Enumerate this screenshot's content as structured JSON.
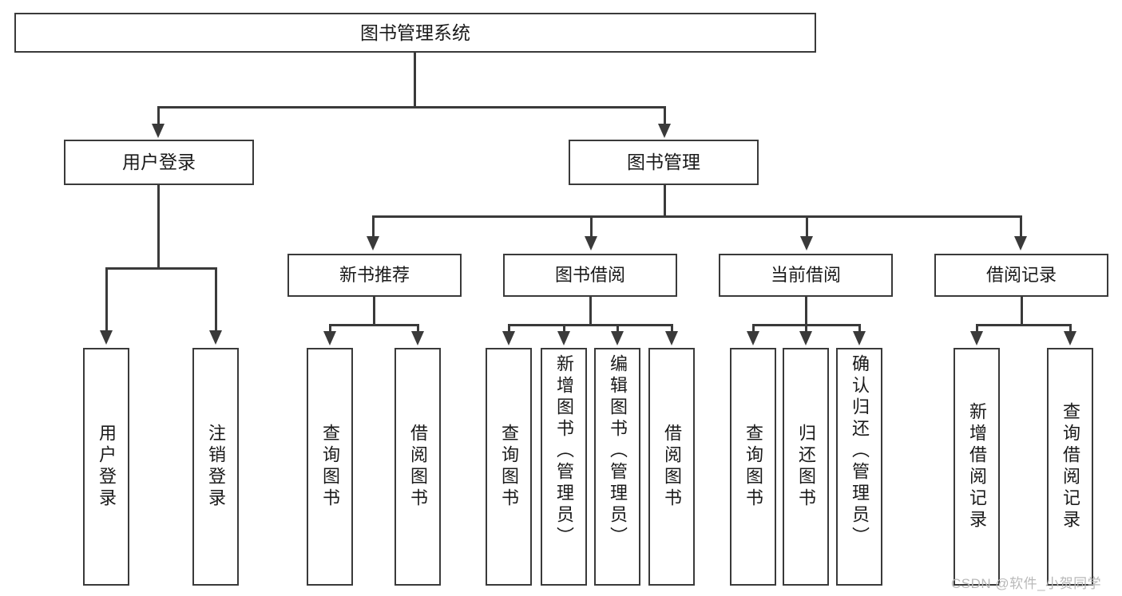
{
  "diagram": {
    "type": "hierarchy-tree",
    "background_color": "#ffffff",
    "line_color": "#3a3a3a",
    "text_color": "#1a1a1a",
    "root": {
      "label": "图书管理系统"
    },
    "level2": [
      {
        "label": "用户登录"
      },
      {
        "label": "图书管理"
      }
    ],
    "level3": [
      {
        "label": "新书推荐"
      },
      {
        "label": "图书借阅"
      },
      {
        "label": "当前借阅"
      },
      {
        "label": "借阅记录"
      }
    ],
    "leaves": {
      "user_login": [
        {
          "label": "用户登录"
        },
        {
          "label": "注销登录"
        }
      ],
      "new_book_recommend": [
        {
          "label": "查询图书"
        },
        {
          "label": "借阅图书"
        }
      ],
      "book_borrow": [
        {
          "label": "查询图书"
        },
        {
          "label": "新增图书（管理员）"
        },
        {
          "label": "编辑图书（管理员）"
        },
        {
          "label": "借阅图书"
        }
      ],
      "current_borrow": [
        {
          "label": "查询图书"
        },
        {
          "label": "归还图书"
        },
        {
          "label": "确认归还（管理员）"
        }
      ],
      "borrow_record": [
        {
          "label": "新增借阅记录"
        },
        {
          "label": "查询借阅记录"
        }
      ]
    }
  },
  "watermark": {
    "text": "CSDN @软件_小贺同学",
    "color": "#b9b9b9"
  }
}
